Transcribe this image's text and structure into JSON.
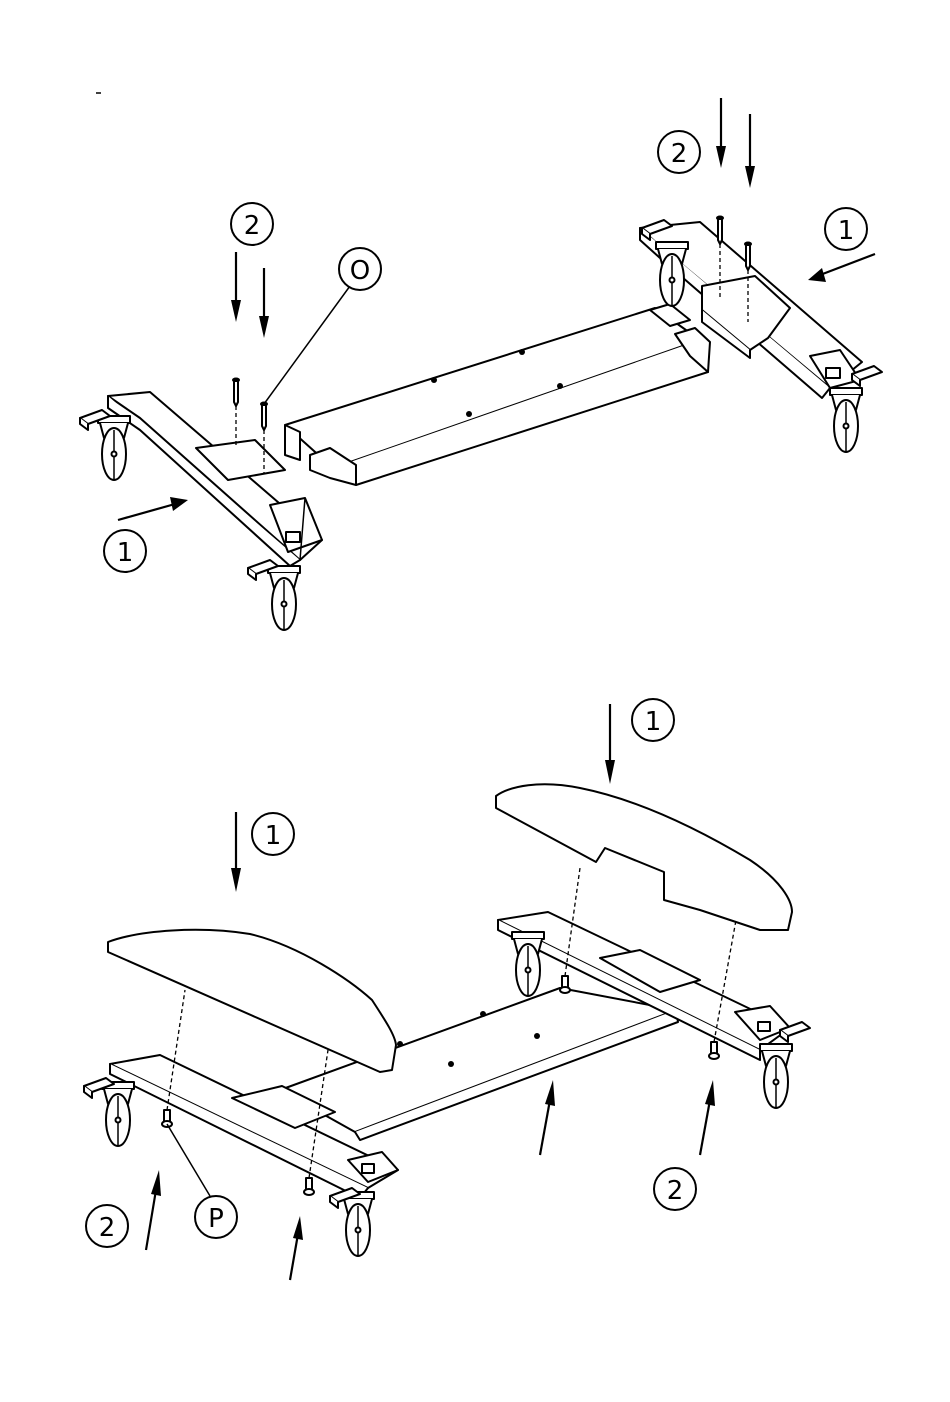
{
  "labels": {
    "step1": "1",
    "step2": "2",
    "part_o": "O",
    "part_p": "P"
  },
  "colors": {
    "line": "#000000",
    "background": "#ffffff"
  }
}
